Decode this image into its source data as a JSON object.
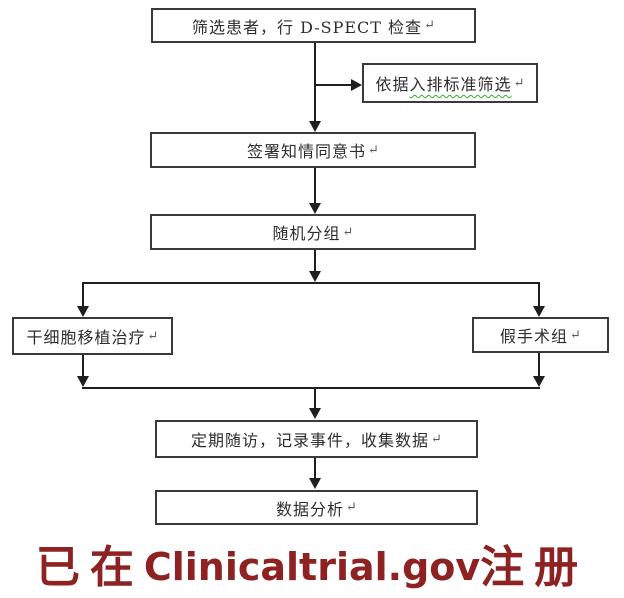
{
  "flowchart": {
    "return_mark": "↵",
    "boxes": {
      "screening": {
        "label": "筛选患者，行 D-SPECT 检查"
      },
      "criteria": {
        "label_plain": "依据",
        "label_flagged": "入排标准筛选"
      },
      "consent": {
        "label": "签署知情同意书"
      },
      "randomize": {
        "label": "随机分组"
      },
      "stem_cell": {
        "label": "干细胞移植治疗"
      },
      "sham": {
        "label": "假手术组"
      },
      "follow_up": {
        "label": "定期随访，记录事件，收集数据"
      },
      "analysis": {
        "label": "数据分析"
      }
    },
    "colors": {
      "box_border": "#3a3a3a",
      "connector": "#1f1f1f",
      "spellcheck_squiggle": "#2fae2f",
      "return_mark": "#5a5a5a"
    }
  },
  "footer": {
    "registered_prefix": "已在",
    "registered_site": "Clinicaltrial.gov",
    "registered_suffix": "注册",
    "text_color": "#8e2121"
  }
}
